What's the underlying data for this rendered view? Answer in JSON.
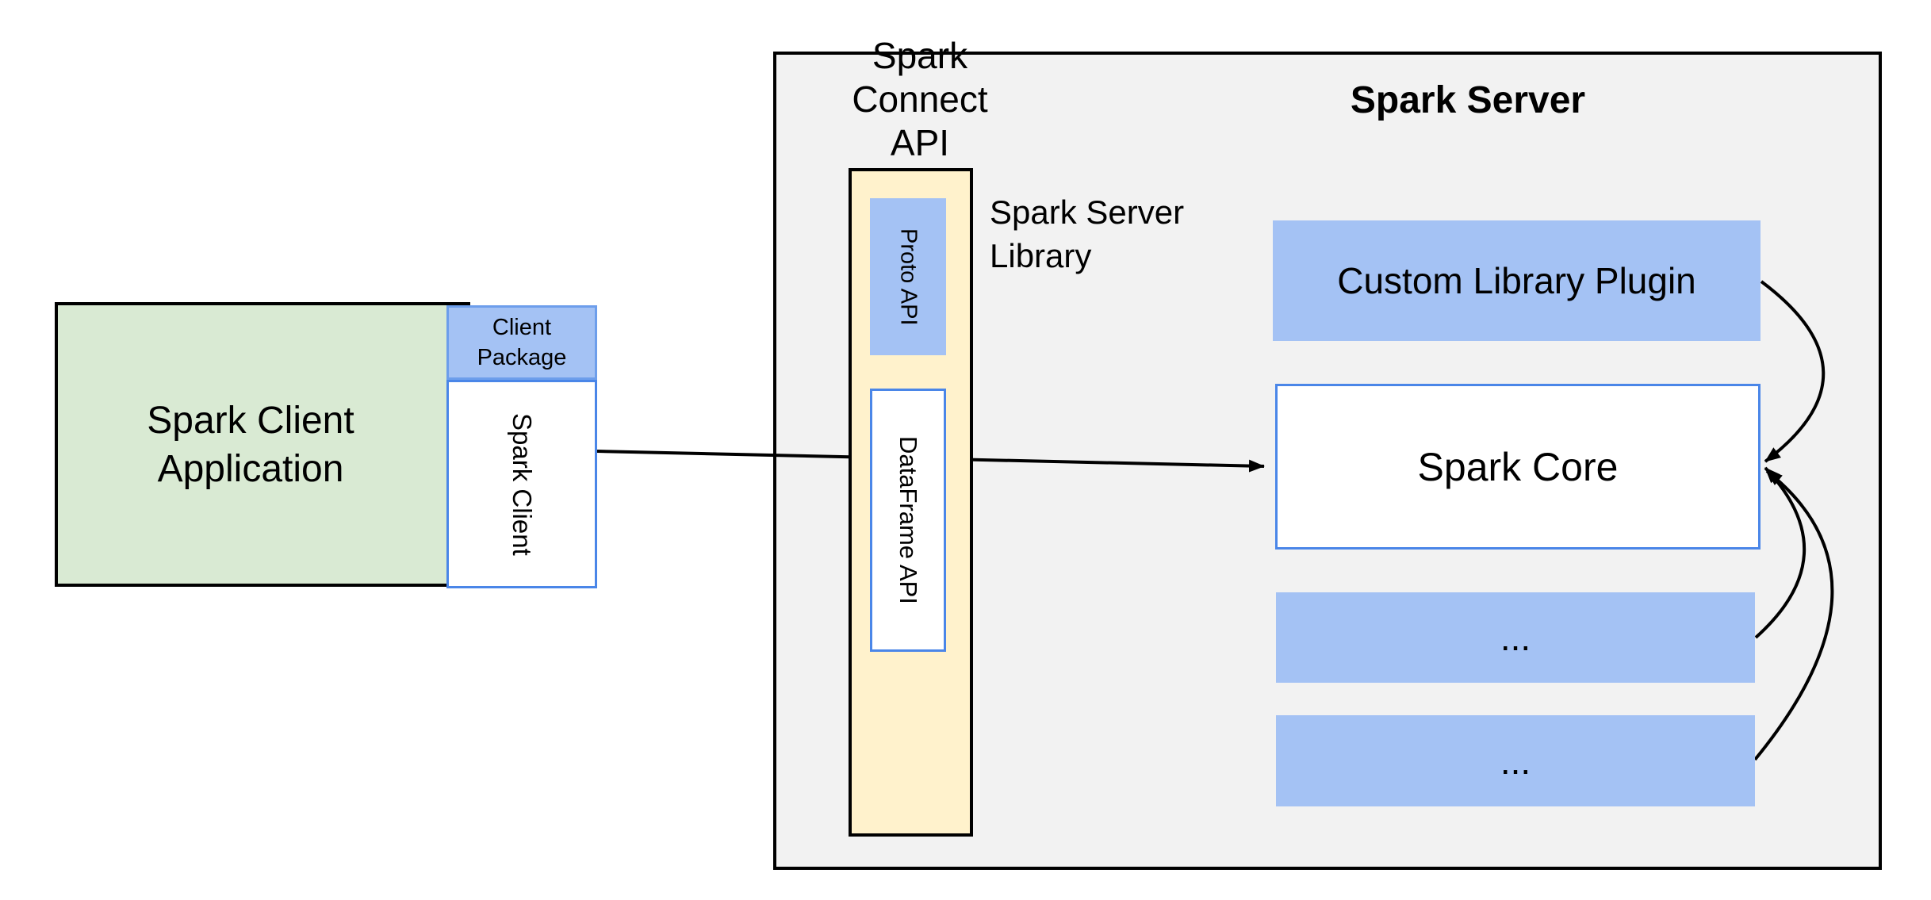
{
  "colors": {
    "black": "#000000",
    "blue-fill": "#a4c2f4",
    "blue-border": "#4a86e8",
    "blue-border-soft": "#6d9eeb",
    "green-fill": "#d9ead3",
    "yellow-fill": "#fff2cc",
    "gray-fill": "#f2f2f2",
    "page-bg": "#ffffff",
    "text": "#000000"
  },
  "client": {
    "app_box": {
      "line1": "Spark Client",
      "line2": "Application"
    },
    "package_box": {
      "line1": "Client",
      "line2": "Package"
    },
    "spark_client_label": "Spark Client"
  },
  "connect": {
    "label_line1": "Spark Connect",
    "label_line2": "API",
    "proto_api_label": "Proto API",
    "dataframe_api_label": "DataFrame API"
  },
  "server": {
    "title": "Spark Server",
    "library_line1": "Spark Server",
    "library_line2": "Library",
    "custom_plugin_label": "Custom Library Plugin",
    "spark_core_label": "Spark Core",
    "ellipsis_boxes": [
      "...",
      "..."
    ]
  }
}
